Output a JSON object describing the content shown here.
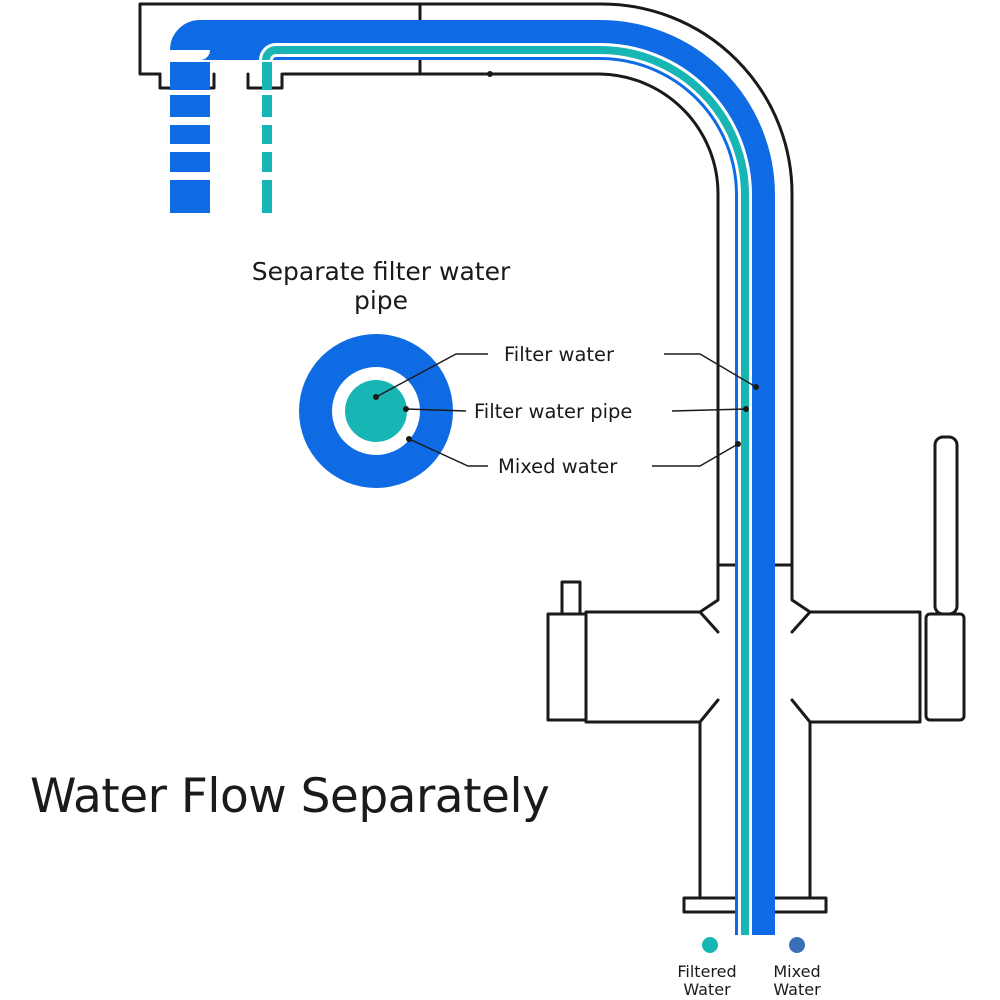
{
  "inset_title": "Separate filter water pipe",
  "callouts": {
    "filter_water": "Filter water",
    "filter_water_pipe": "Filter water pipe",
    "mixed_water": "Mixed water"
  },
  "headline": "Water Flow Separately",
  "legend": {
    "filtered": "Filtered Water",
    "mixed": "Mixed Water"
  },
  "colors": {
    "mixed": "#0F6BE3",
    "filtered": "#18B5B5",
    "outline": "#1a1a1a"
  }
}
